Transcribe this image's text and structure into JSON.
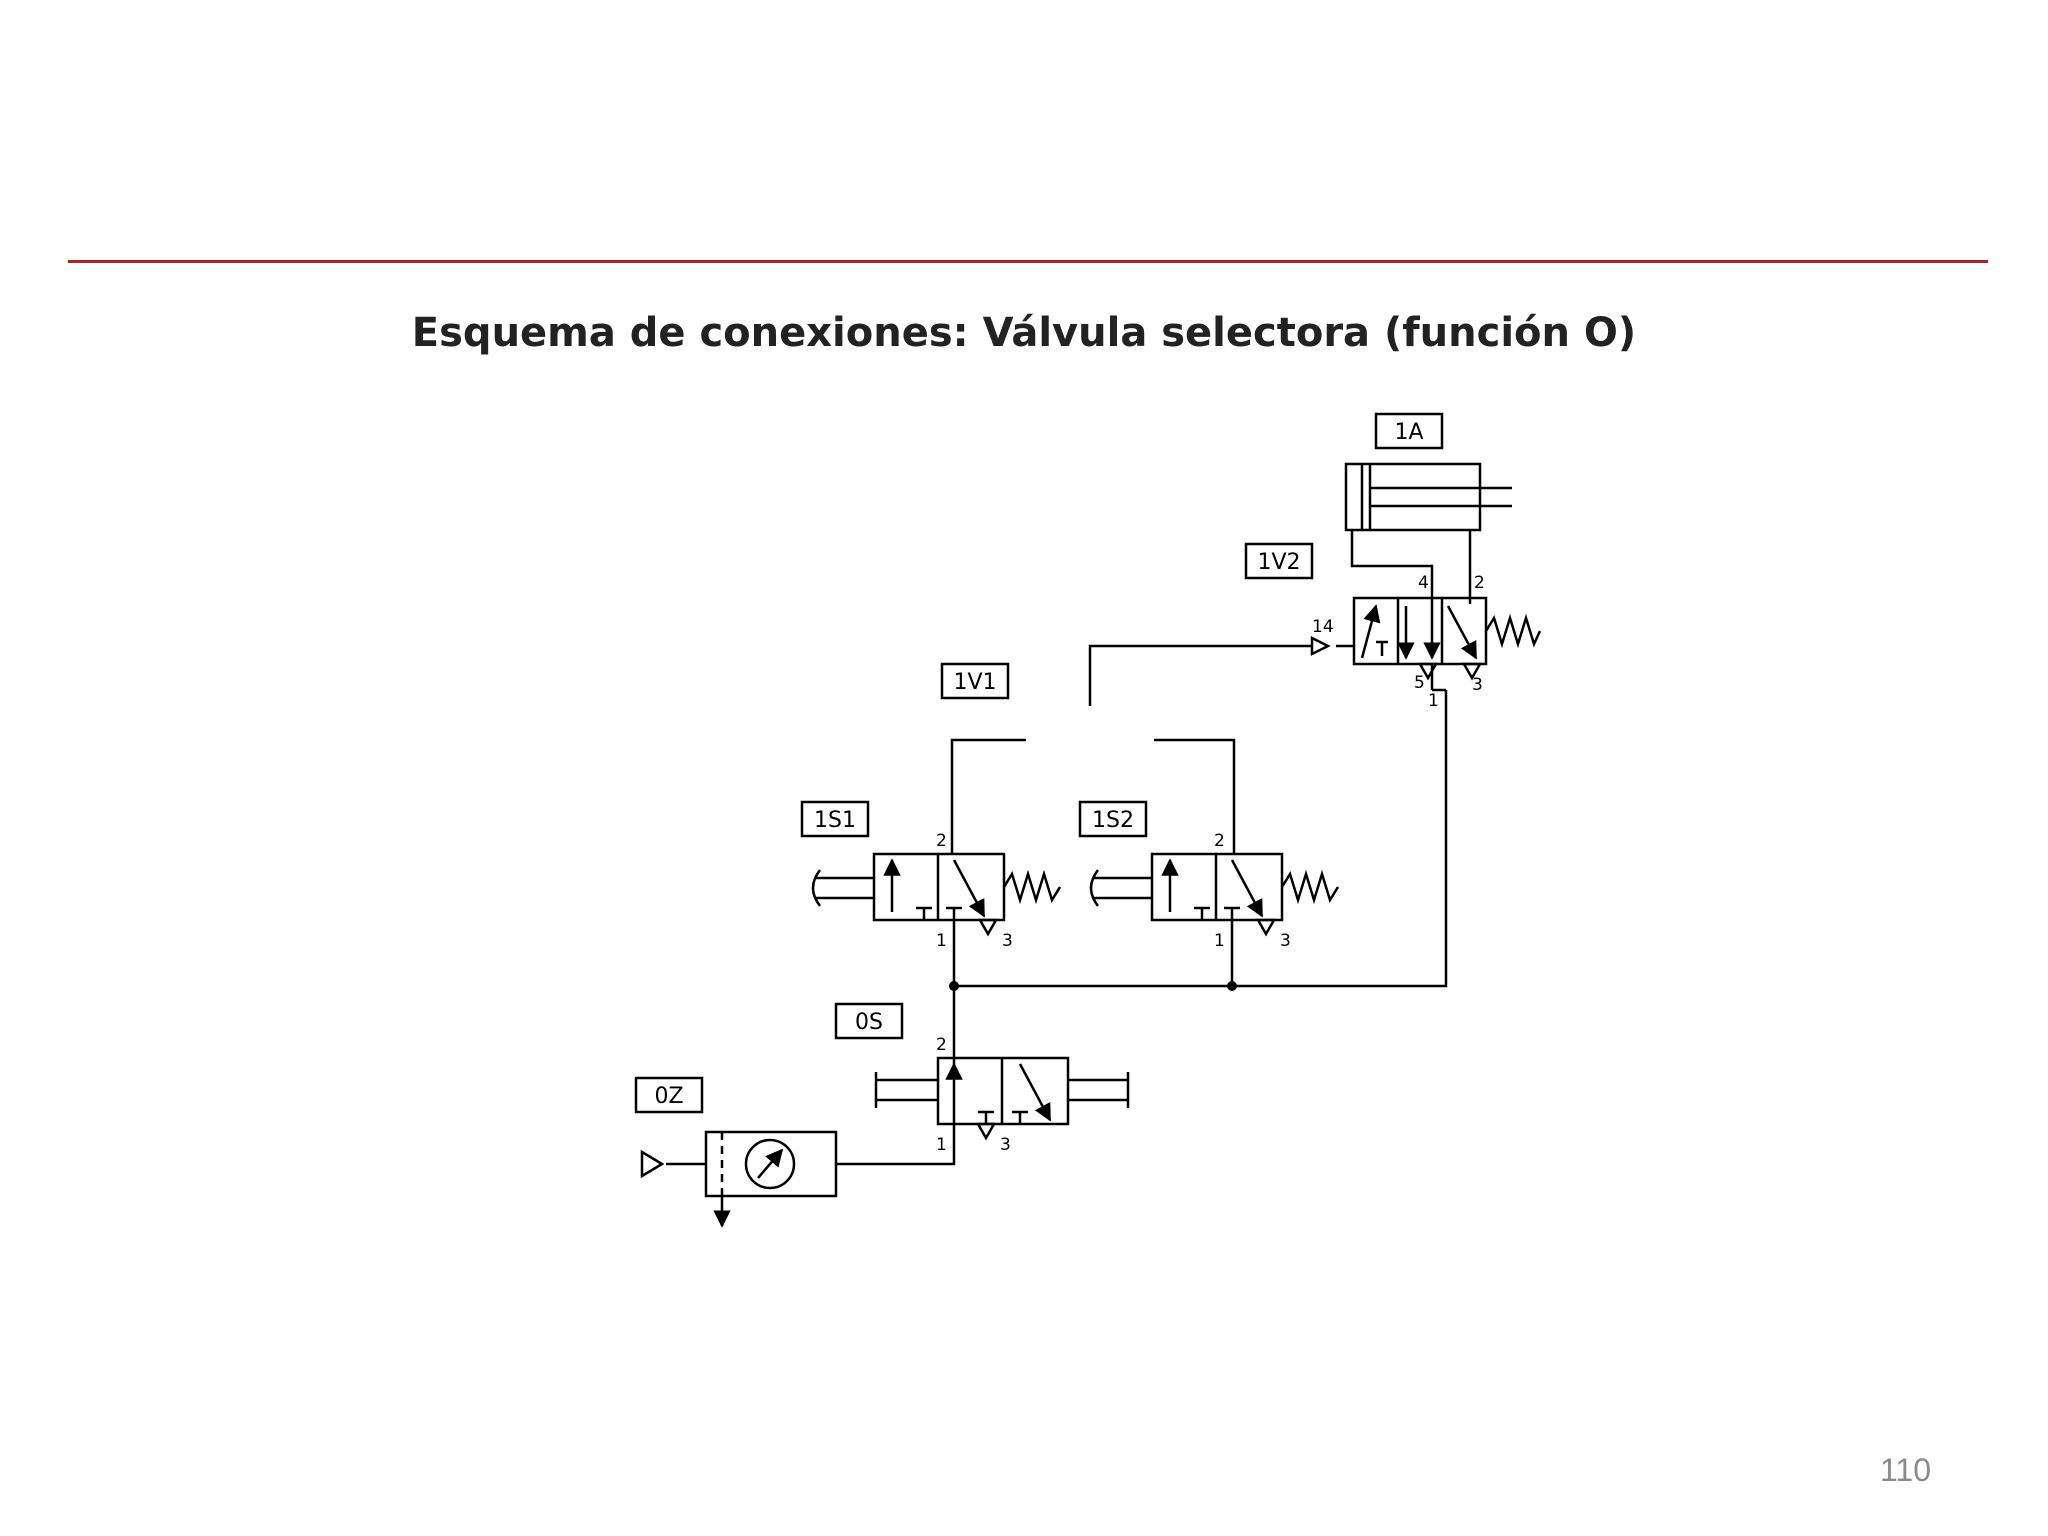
{
  "title": "Esquema de conexiones: Válvula selectora (función O)",
  "page_number": "110",
  "colors": {
    "rule": "#b22222",
    "line": "#000000",
    "page_number": "#8a8a8a"
  },
  "components": {
    "cylinder": "1A",
    "valve_1v2": "1V2",
    "valve_1v1": "1V1",
    "valve_1s1": "1S1",
    "valve_1s2": "1S2",
    "valve_0s": "0S",
    "service_unit": "0Z"
  },
  "ports": {
    "v1v2_4": "4",
    "v1v2_2": "2",
    "v1v2_14": "14",
    "v1v2_5": "5",
    "v1v2_1": "1",
    "v1v2_3": "3",
    "s1_2": "2",
    "s1_1": "1",
    "s1_3": "3",
    "s2_2": "2",
    "s2_1": "1",
    "s2_3": "3",
    "s0_2": "2",
    "s0_1": "1",
    "s0_3": "3"
  }
}
